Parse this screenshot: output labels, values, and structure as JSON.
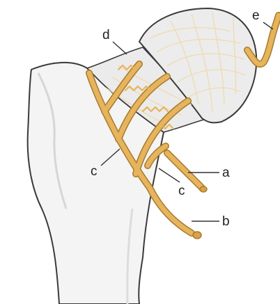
{
  "labels": {
    "a": "a",
    "b": "b",
    "c1": "c",
    "c2": "c",
    "d": "d",
    "e": "e"
  },
  "colors": {
    "bone_fill": "#f4f4f4",
    "bone_outline": "#3a3a3a",
    "head_fill": "#ececec",
    "vessel": "#e6b45c",
    "vessel_outline": "#a87a2c",
    "trabecular": "#f0d9a8",
    "leader_line": "#333333"
  }
}
